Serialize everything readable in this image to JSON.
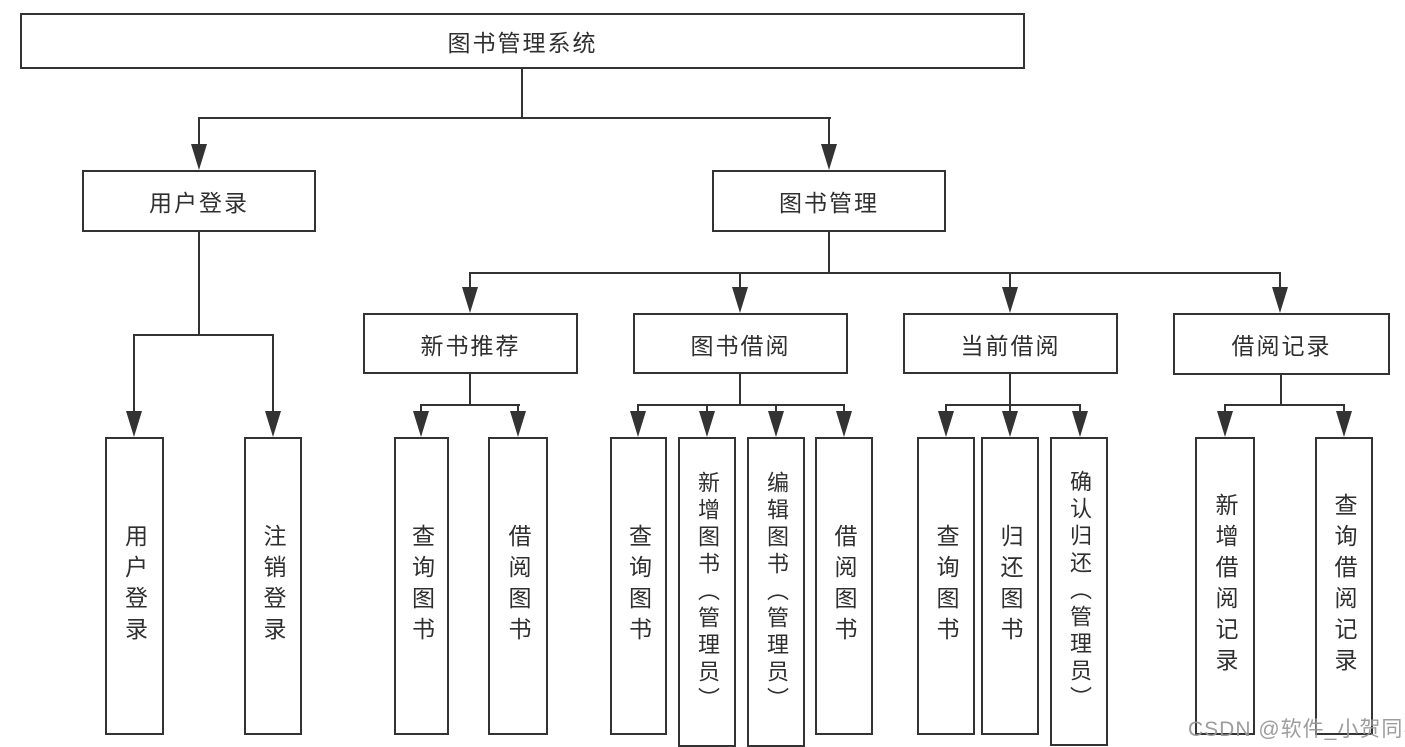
{
  "title": {
    "label": "图书管理系统"
  },
  "nodes": {
    "user_login": {
      "label": "用户登录"
    },
    "book_mgmt": {
      "label": "图书管理"
    },
    "new_book_rec": {
      "label": "新书推荐"
    },
    "book_borrow": {
      "label": "图书借阅"
    },
    "current_borrow": {
      "label": "当前借阅"
    },
    "borrow_records": {
      "label": "借阅记录"
    },
    "leaf_user_login": {
      "label": "用户登录"
    },
    "leaf_logout": {
      "label": "注销登录"
    },
    "leaf_query_book_1": {
      "label": "查询图书"
    },
    "leaf_borrow_book_1": {
      "label": "借阅图书"
    },
    "leaf_query_book_2": {
      "label": "查询图书"
    },
    "leaf_add_book": {
      "label": "新增图书（管理员）"
    },
    "leaf_edit_book": {
      "label": "编辑图书（管理员）"
    },
    "leaf_borrow_book_2": {
      "label": "借阅图书"
    },
    "leaf_query_book_3": {
      "label": "查询图书"
    },
    "leaf_return_book": {
      "label": "归还图书"
    },
    "leaf_confirm_return": {
      "label": "确认归还（管理员）"
    },
    "leaf_add_record": {
      "label": "新增借阅记录"
    },
    "leaf_query_record": {
      "label": "查询借阅记录"
    }
  },
  "watermark": {
    "text": "CSDN @软件_小贺同学"
  },
  "colors": {
    "line": "#333333",
    "text": "#2f2f2f",
    "background": "#ffffff",
    "watermark": "#989898"
  }
}
